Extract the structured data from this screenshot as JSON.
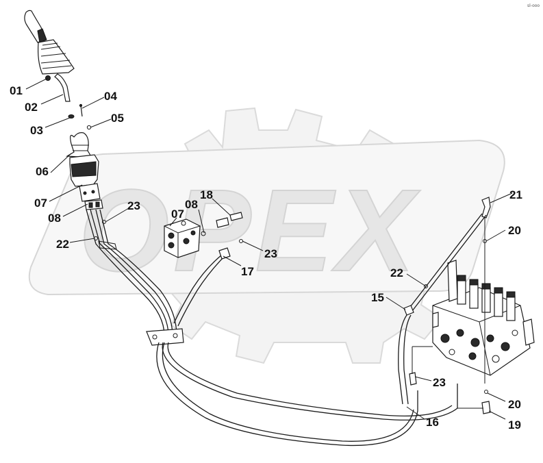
{
  "watermark": {
    "text": "OPEX",
    "color": "#e6e6e6"
  },
  "corner_mark": "sl-ooo",
  "callouts": {
    "p01": "01",
    "p02": "02",
    "p03": "03",
    "p04": "04",
    "p05": "05",
    "p06": "06",
    "p07a": "07",
    "p08a": "08",
    "p22a": "22",
    "p23a": "23",
    "p07b": "07",
    "p08b": "08",
    "p18": "18",
    "p23b": "23",
    "p17": "17",
    "p21": "21",
    "p20a": "20",
    "p22b": "22",
    "p15": "15",
    "p23c": "23",
    "p20b": "20",
    "p19": "19",
    "p16": "16"
  }
}
